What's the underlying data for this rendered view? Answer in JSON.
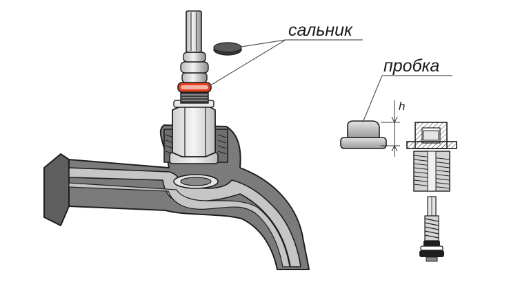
{
  "labels": {
    "gland": "сальник",
    "plug": "пробка",
    "height": "h"
  },
  "colors": {
    "body_fill": "#7d7d7d",
    "body_stroke": "#1e1e1e",
    "channel_fill": "#c4c4c4",
    "metal_light": "#d8d8d8",
    "metal_mid": "#a9a9a9",
    "seal_ring": "#e43f1f",
    "leader_line": "#555555"
  }
}
